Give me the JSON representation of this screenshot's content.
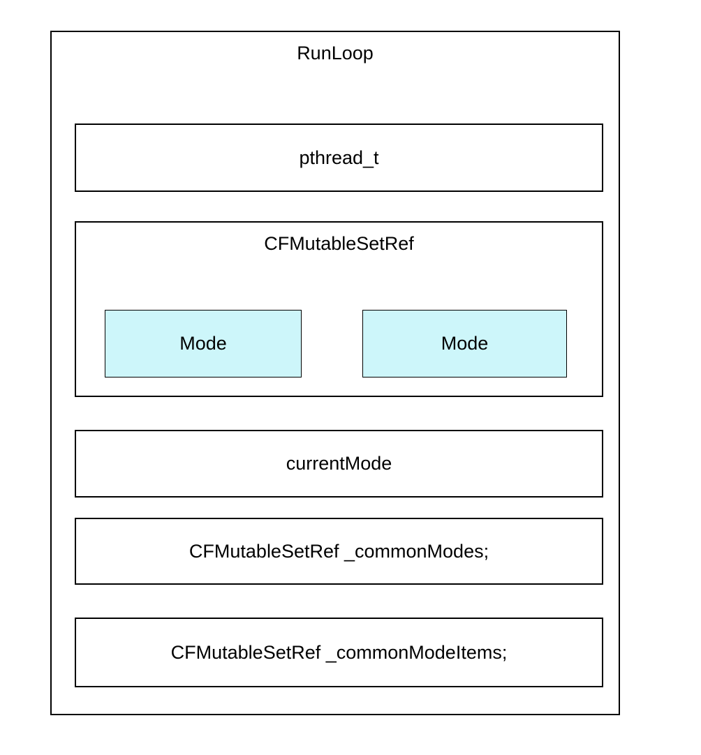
{
  "diagram": {
    "title": "RunLoop",
    "pthread_label": "pthread_t",
    "mode_set": {
      "title": "CFMutableSetRef",
      "mode1_label": "Mode",
      "mode2_label": "Mode"
    },
    "current_mode_label": "currentMode",
    "common_modes_label": "CFMutableSetRef _commonModes;",
    "common_mode_items_label": "CFMutableSetRef _commonModeItems;",
    "colors": {
      "mode_fill": "#CDF6FA",
      "border": "#000000",
      "background": "#FFFFFF",
      "text": "#000000"
    }
  }
}
